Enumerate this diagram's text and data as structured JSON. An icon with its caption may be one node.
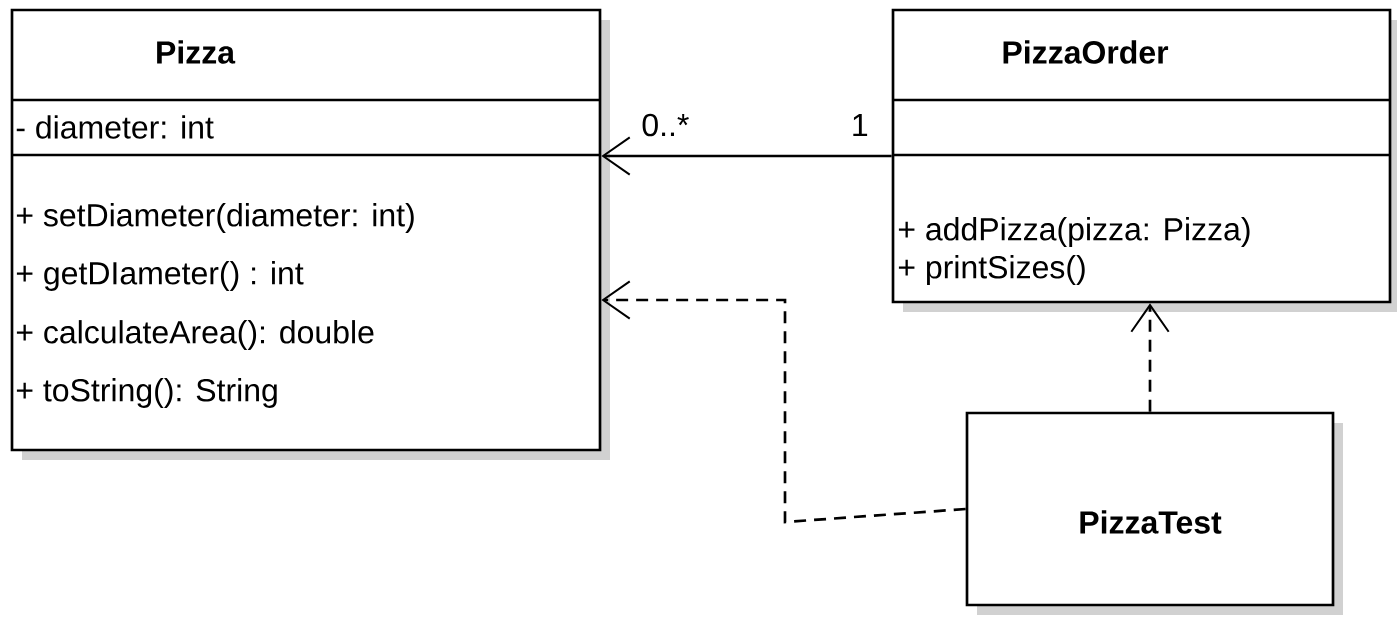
{
  "diagram": {
    "nodes": [
      {
        "text": [
          "Pizza",
          "- diameter: int",
          "+ setDiameter(diameter: int)",
          "+ getDIameter() : int",
          "+ calculateArea(): double",
          "+ toString(): String"
        ]
      },
      {
        "text": [
          "PizzaOrder",
          "+ addPizza(pizza: Pizza)",
          "+ printSizes()"
        ]
      },
      {
        "text": [
          "PizzaTest"
        ]
      }
    ],
    "edges": [
      {
        "from": 1,
        "to": 0,
        "arrow": "to"
      },
      {
        "from": 2,
        "to": 0,
        "arrow": "to",
        "style": "dashed"
      },
      {
        "from": 2,
        "to": 1,
        "arrow": "to",
        "style": "dashed"
      }
    ],
    "labels": [
      "0..*",
      "1"
    ]
  }
}
